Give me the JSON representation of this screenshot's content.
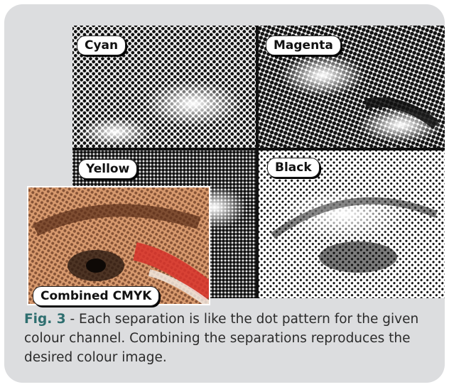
{
  "figure": {
    "panels": {
      "cyan": "Cyan",
      "magenta": "Magenta",
      "yellow": "Yellow",
      "black": "Black",
      "combined": "Combined CMYK"
    }
  },
  "caption": {
    "fig_label": "Fig. 3",
    "text": " - Each separation is like the dot pattern for the given colour channel. Combining the separations reproduces the desired colour image."
  },
  "colors": {
    "card_background": "#dcdddf",
    "caption_accent": "#2e6e6f",
    "halftone_ink": "#111111",
    "combined_skin": "#d89a6e",
    "combined_red": "#d8322c"
  }
}
